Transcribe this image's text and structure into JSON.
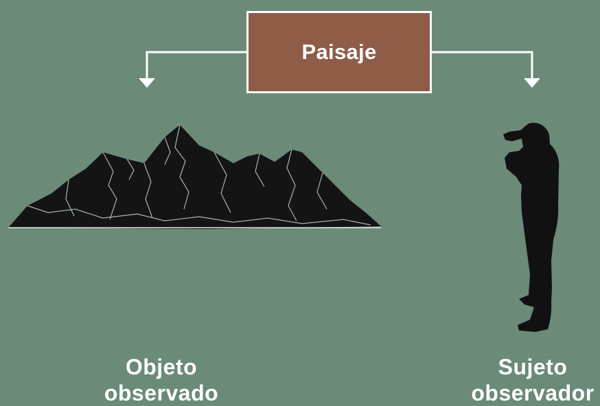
{
  "center": {
    "label": "Paisaje"
  },
  "left": {
    "line1": "Objeto",
    "line2": "observado"
  },
  "right": {
    "line1": "Sujeto",
    "line2": "observador"
  },
  "colors": {
    "background": "#6b8a78",
    "box": "#8e5c47",
    "stroke": "#ffffff",
    "silhouette": "#111111"
  },
  "icons": [
    "mountain-range-icon",
    "person-with-binoculars-icon"
  ]
}
